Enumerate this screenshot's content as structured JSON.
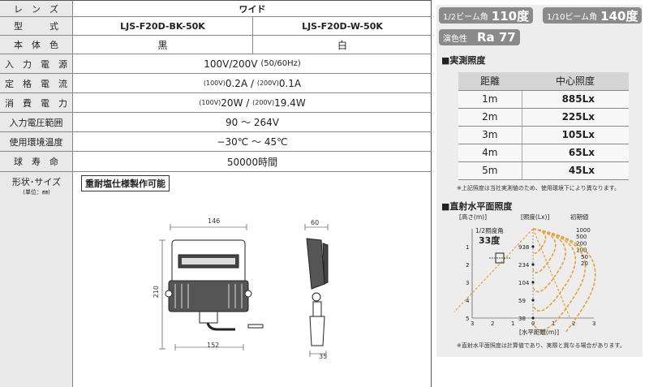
{
  "spec": {
    "lens": {
      "label": "レ　ン　ズ",
      "value": "ワイド"
    },
    "model": {
      "label": "型　　　式",
      "a": "LJS-F20D-BK-50K",
      "b": "LJS-F20D-W-50K"
    },
    "color": {
      "label": "本　体　色",
      "a": "黒",
      "b": "白"
    },
    "voltage": {
      "label": "入　力　電　源",
      "value": "100V/200V",
      "sub": "(50/60Hz)"
    },
    "current": {
      "label": "定　格　電　流",
      "p1": "(100V)",
      "v1": "0.2A",
      "sep": " / ",
      "p2": "(200V)",
      "v2": "0.1A"
    },
    "power": {
      "label": "消　費　電　力",
      "p1": "(100V)",
      "v1": "20W",
      "sep": " / ",
      "p2": "(200V)",
      "v2": "19.4W"
    },
    "range": {
      "label": "入力電圧範囲",
      "value": "90 ～ 264V"
    },
    "temp": {
      "label": "使用環境温度",
      "value": "−30℃ ～ 45℃"
    },
    "life": {
      "label": "球　寿　命",
      "value": "50000時間"
    },
    "shape": {
      "label": "形状･サイズ",
      "unit": "(単位：㎜)",
      "tag": "重耐塩仕様製作可能"
    },
    "dims": {
      "w_top": "146",
      "h": "210",
      "w_bottom": "152",
      "d_top": "60",
      "d_bottom": "35"
    }
  },
  "right": {
    "beam_half": {
      "label": "1/2ビーム角",
      "value": "110度"
    },
    "beam_tenth": {
      "label": "1/10ビーム角",
      "value": "140度"
    },
    "ra": {
      "label": "演色性",
      "value": "Ra 77"
    },
    "measured_title": "■実測照度",
    "table_headers": [
      "距離",
      "中心照度"
    ],
    "table_rows": [
      {
        "d": "1m",
        "v": "885Lx"
      },
      {
        "d": "2m",
        "v": "225Lx"
      },
      {
        "d": "3m",
        "v": "105Lx"
      },
      {
        "d": "4m",
        "v": "65Lx"
      },
      {
        "d": "5m",
        "v": "45Lx"
      }
    ],
    "table_note": "※上記照度は当社実測値のため、使用環境下により異なります。",
    "direct_title": "■直射水平面照度",
    "chart_note": "※直射水平面照度は計算値であり、実際と異なる場合があります。"
  },
  "chart_data": {
    "type": "line",
    "title": "",
    "ylabel": "[高さ(m)]",
    "xlabel": "[水平距離(m)]",
    "illum_label": "[照度(Lx)]",
    "initial_label": "初期値",
    "half_angle_label": "1/2照度角",
    "half_angle_value": "33度",
    "y_ticks": [
      "1",
      "2",
      "3",
      "4",
      "5"
    ],
    "x_ticks": [
      "3",
      "2",
      "1",
      "0",
      "1",
      "2",
      "3"
    ],
    "center_illum": [
      "938",
      "234",
      "104",
      "59",
      "38"
    ],
    "isolux_levels": [
      "1000",
      "500",
      "200",
      "100",
      "50",
      "20"
    ],
    "colors": {
      "curve": "#e8a03a",
      "dash": "#222"
    }
  }
}
